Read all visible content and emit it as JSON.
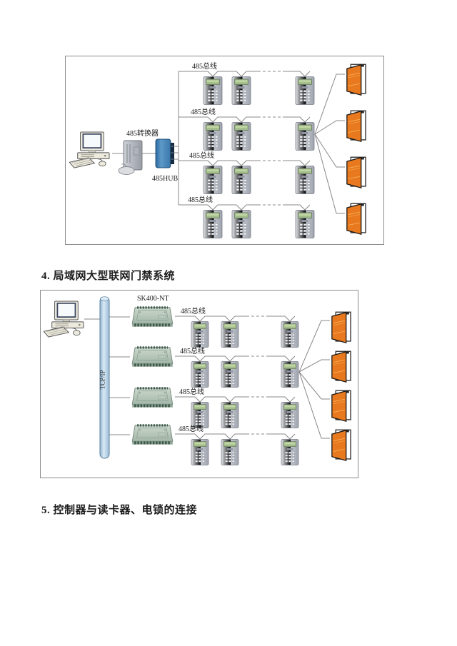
{
  "headings": {
    "section4": "4. 局域网大型联网门禁系统",
    "section5": "5. 控制器与读卡器、电锁的连接"
  },
  "diagram1": {
    "converter_label": "485转换器",
    "hub_label": "485HUB",
    "bus_labels": [
      "485总线",
      "485总线",
      "485总线",
      "485总线"
    ]
  },
  "diagram2": {
    "controller_label": "SK400-NT",
    "network_label": "TCP/IP",
    "bus_labels": [
      "485总线",
      "485总线",
      "485总线",
      "485总线"
    ]
  },
  "colors": {
    "door_orange": "#e8791e",
    "hub_blue": "#3f7fb5",
    "controller_green": "#b6c9bb",
    "tcpip_bar_blue": "#b9d4e8",
    "line_gray": "#888888"
  }
}
